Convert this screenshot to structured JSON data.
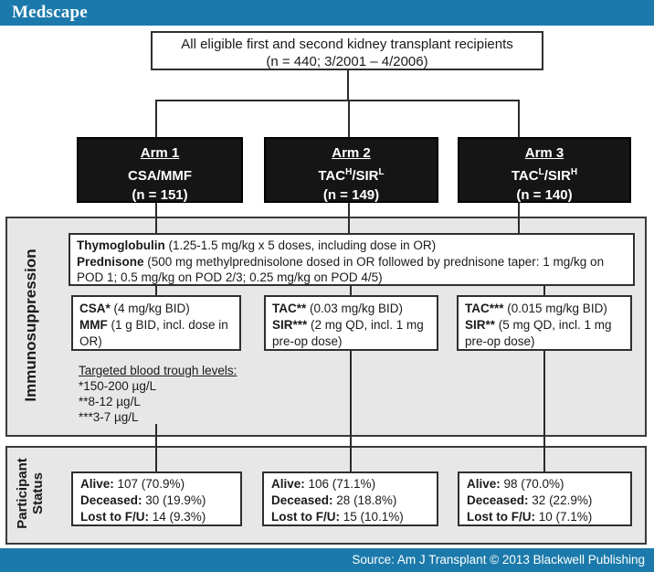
{
  "header": {
    "logo": "Medscape"
  },
  "footer": {
    "source": "Source: Am J Transplant © 2013 Blackwell Publishing"
  },
  "colors": {
    "brand_blue": "#1b7aab",
    "section_gray": "#e7e7e7",
    "arm_box_black": "#151515"
  },
  "top_box": {
    "line1": "All eligible first and second kidney transplant recipients",
    "line2": "(n = 440; 3/2001 – 4/2006)"
  },
  "arms": [
    {
      "title": "Arm 1",
      "regimen": {
        "pre": "CSA/MMF",
        "sup1": "",
        "mid": "",
        "sup2": ""
      },
      "n": "(n = 151)",
      "drugs": [
        {
          "bold": "CSA*",
          "rest": " (4 mg/kg BID)"
        },
        {
          "bold": "MMF",
          "rest": " (1 g BID, incl. dose in OR)"
        }
      ],
      "status": [
        {
          "label": "Alive:",
          "value": " 107 (70.9%)"
        },
        {
          "label": "Deceased:",
          "value": " 30 (19.9%)"
        },
        {
          "label": "Lost to F/U:",
          "value": " 14 (9.3%)"
        }
      ]
    },
    {
      "title": "Arm 2",
      "regimen": {
        "pre": "TAC",
        "sup1": "H",
        "mid": "/SIR",
        "sup2": "L"
      },
      "n": "(n = 149)",
      "drugs": [
        {
          "bold": "TAC**",
          "rest": " (0.03 mg/kg BID)"
        },
        {
          "bold": "SIR***",
          "rest": " (2 mg QD, incl. 1 mg pre-op dose)"
        }
      ],
      "status": [
        {
          "label": "Alive:",
          "value": " 106 (71.1%)"
        },
        {
          "label": "Deceased:",
          "value": " 28 (18.8%)"
        },
        {
          "label": "Lost to F/U:",
          "value": " 15 (10.1%)"
        }
      ]
    },
    {
      "title": "Arm 3",
      "regimen": {
        "pre": "TAC",
        "sup1": "L",
        "mid": "/SIR",
        "sup2": "H"
      },
      "n": "(n = 140)",
      "drugs": [
        {
          "bold": "TAC***",
          "rest": " (0.015 mg/kg BID)"
        },
        {
          "bold": "SIR**",
          "rest": " (5 mg QD, incl. 1 mg pre-op dose)"
        }
      ],
      "status": [
        {
          "label": "Alive:",
          "value": " 98 (70.0%)"
        },
        {
          "label": "Deceased:",
          "value": " 32 (22.9%)"
        },
        {
          "label": "Lost to F/U:",
          "value": " 10 (7.1%)"
        }
      ]
    }
  ],
  "immunosuppression": {
    "label": "Immunosuppression",
    "induction": [
      {
        "bold": "Thymoglobulin",
        "rest": " (1.25-1.5 mg/kg x 5 doses, including dose in OR)"
      },
      {
        "bold": "Prednisone",
        "rest": " (500 mg methylprednisolone dosed in OR followed by prednisone taper: 1 mg/kg on POD 1; 0.5 mg/kg on POD 2/3; 0.25 mg/kg on POD 4/5)"
      }
    ],
    "trough": {
      "heading": "Targeted blood trough levels:",
      "lines": [
        "*150-200 µg/L",
        "**8-12 µg/L",
        "***3-7 µg/L"
      ]
    }
  },
  "participant_status": {
    "label_line1": "Participant",
    "label_line2": "Status"
  }
}
